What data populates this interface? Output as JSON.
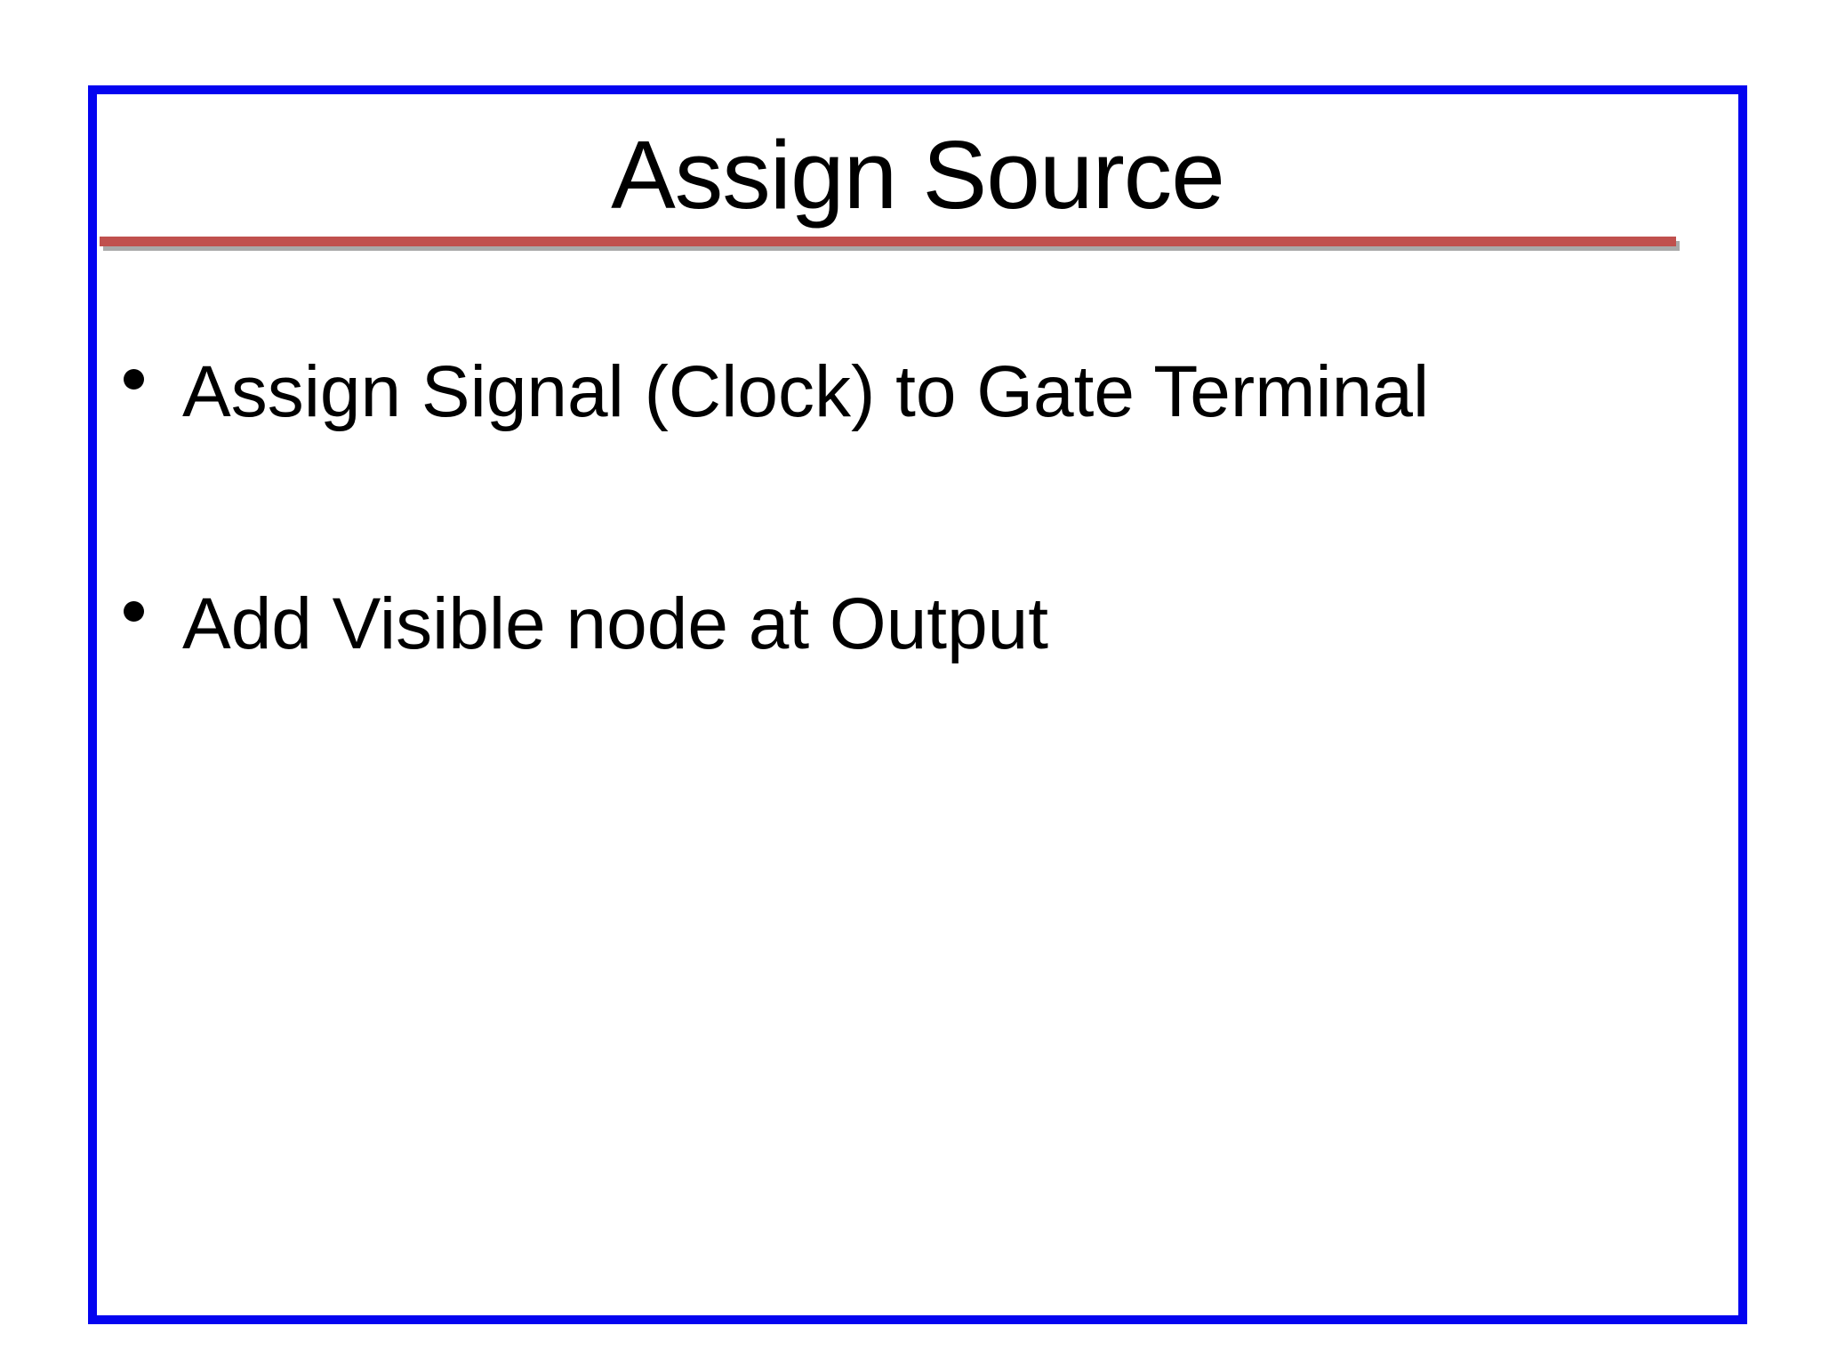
{
  "slide": {
    "title": "Assign Source",
    "bullets": [
      {
        "label": "Assign Signal (Clock) to Gate Terminal"
      },
      {
        "label": "Add Visible node at Output"
      }
    ],
    "colors": {
      "border_blue": "#0404f0",
      "divider_red": "#c0504d",
      "divider_shadow_gray": "#a9a9a9",
      "text_black": "#000000",
      "background": "#ffffff"
    }
  }
}
